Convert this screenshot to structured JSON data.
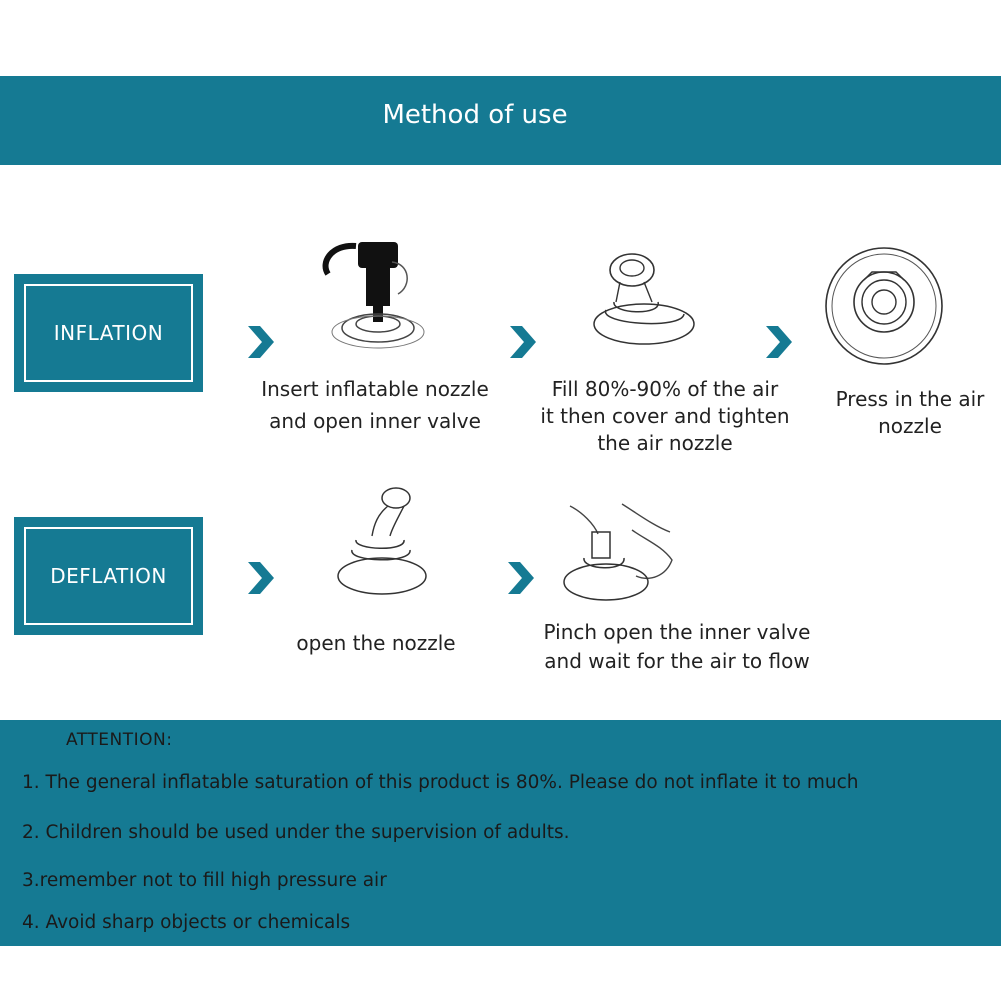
{
  "header": {
    "title": "Method of use"
  },
  "inflation": {
    "label": "INFLATION",
    "steps": [
      {
        "lines": [
          "Insert inflatable nozzle",
          "and open inner valve"
        ]
      },
      {
        "lines": [
          "Fill 80%-90% of the air",
          "it then cover and tighten",
          "the air nozzle"
        ]
      },
      {
        "lines": [
          "Press in the air",
          "nozzle"
        ]
      }
    ]
  },
  "deflation": {
    "label": "DEFLATION",
    "steps": [
      {
        "lines": [
          "open the nozzle"
        ]
      },
      {
        "lines": [
          "Pinch open the inner valve",
          "and wait for the air to flow"
        ]
      }
    ]
  },
  "attention": {
    "title": "ATTENTION:",
    "items": [
      "1. The general inflatable saturation of this product is 80%. Please do not inflate it to much",
      "2. Children should be used under the supervision of adults.",
      "3.remember not to fill high pressure air",
      "4. Avoid sharp objects or chemicals"
    ]
  },
  "colors": {
    "band": "#157a93",
    "arrow": "#157a93",
    "text": "#1a1a1a"
  },
  "icons": {
    "arrow": "chevron-right-icon",
    "illustrations": [
      "pump-nozzle-icon",
      "valve-cap-icon",
      "valve-top-view-icon",
      "valve-open-icon",
      "hand-pinch-valve-icon"
    ]
  }
}
